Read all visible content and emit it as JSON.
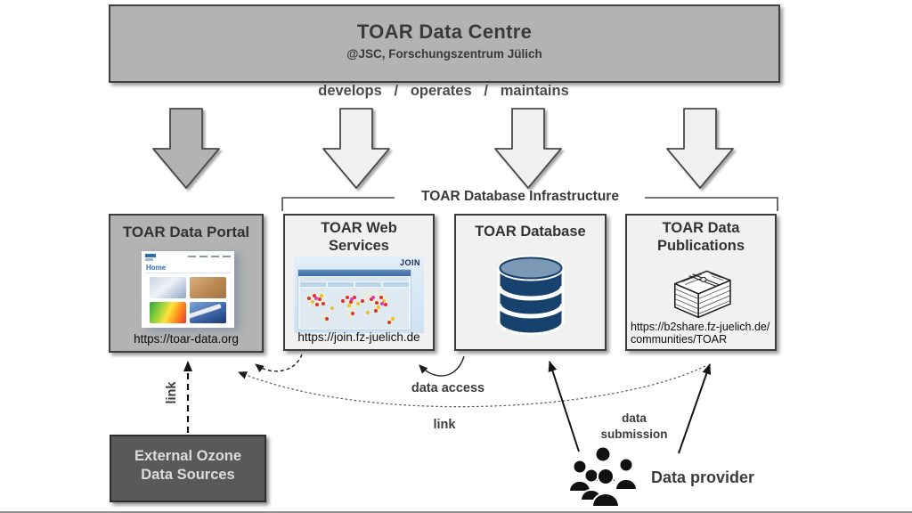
{
  "header": {
    "title": "TOAR Data Centre",
    "subtitle": "@JSC, Forschungszentrum Jülich"
  },
  "roles_line": "develops   /   operates   /   maintains",
  "infrastructure": {
    "label": "TOAR Database Infrastructure"
  },
  "boxes": {
    "portal": {
      "title": "TOAR Data Portal",
      "url": "https://toar-data.org",
      "site": {
        "home": "Home"
      }
    },
    "web_services": {
      "title": "TOAR Web Services",
      "url": "https://join.fz-juelich.de",
      "site": {
        "logo": "JOIN"
      }
    },
    "database": {
      "title": "TOAR Database"
    },
    "publications": {
      "title": "TOAR Data Publications",
      "url_line1": "https://b2share.fz-juelich.de/",
      "url_line2": "communities/TOAR"
    }
  },
  "external_sources": {
    "line1": "External Ozone",
    "line2": "Data Sources"
  },
  "connectors": {
    "link_left": "link",
    "link_bottom": "link",
    "data_access": "data access",
    "data_submission_line1": "data",
    "data_submission_line2": "submission"
  },
  "actors": {
    "data_provider": "Data provider"
  },
  "colors": {
    "gray_fill": "#b3b3b3",
    "light_fill": "#f1f1f1",
    "dark_fill": "#595959",
    "border": "#3c3c3c",
    "db_navy": "#17426e",
    "db_top": "#7b99b5"
  }
}
